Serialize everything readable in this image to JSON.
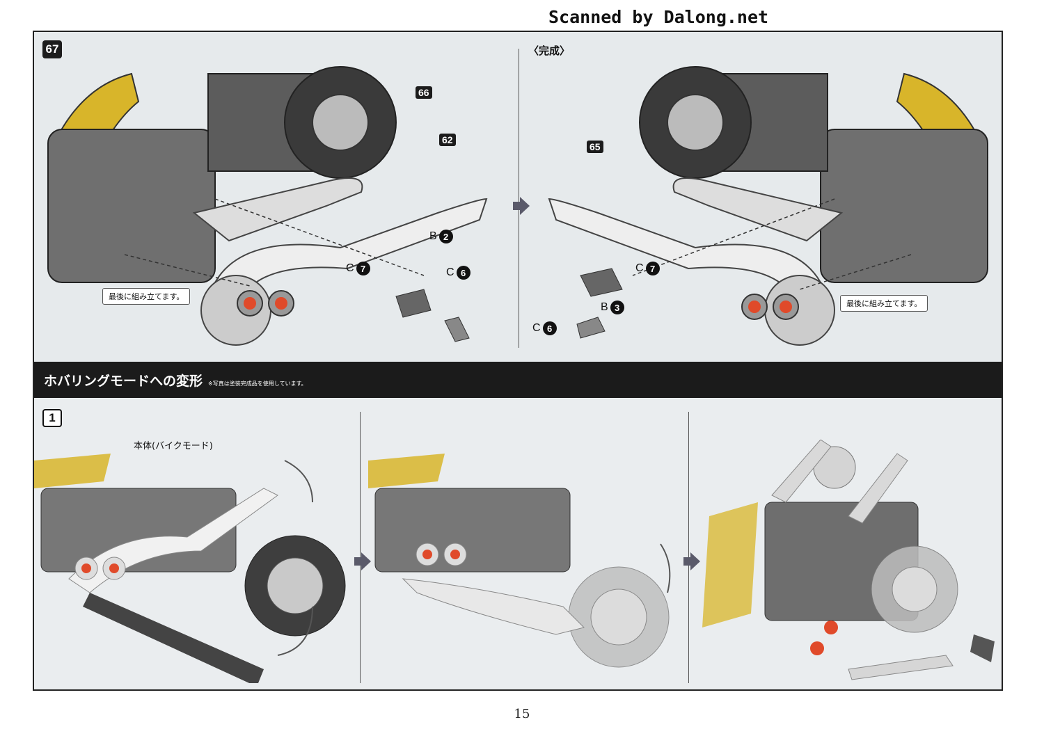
{
  "watermark": "Scanned by Dalong.net",
  "step67": {
    "step_number": "67",
    "complete_label": "〈完成〉",
    "callouts": [
      "66",
      "62",
      "65"
    ],
    "parts_left": [
      {
        "letter": "B",
        "num": "2"
      },
      {
        "letter": "C",
        "num": "7"
      },
      {
        "letter": "C",
        "num": "6"
      }
    ],
    "parts_right": [
      {
        "letter": "C",
        "num": "7"
      },
      {
        "letter": "B",
        "num": "3"
      },
      {
        "letter": "C",
        "num": "6"
      }
    ],
    "note": "最後に組み立てます。"
  },
  "section": {
    "title": "ホバリングモードへの変形",
    "note": "※写真は塗装完成品を使用しています。"
  },
  "step1": {
    "step_number": "1",
    "body_label": "本体(バイクモード)"
  },
  "page_number": "15",
  "colors": {
    "accent_yellow": "#d8b52a",
    "dark_gray": "#555",
    "frame": "#222",
    "panel_bg": "#e6eaec",
    "red_cap": "#e04a2a"
  }
}
